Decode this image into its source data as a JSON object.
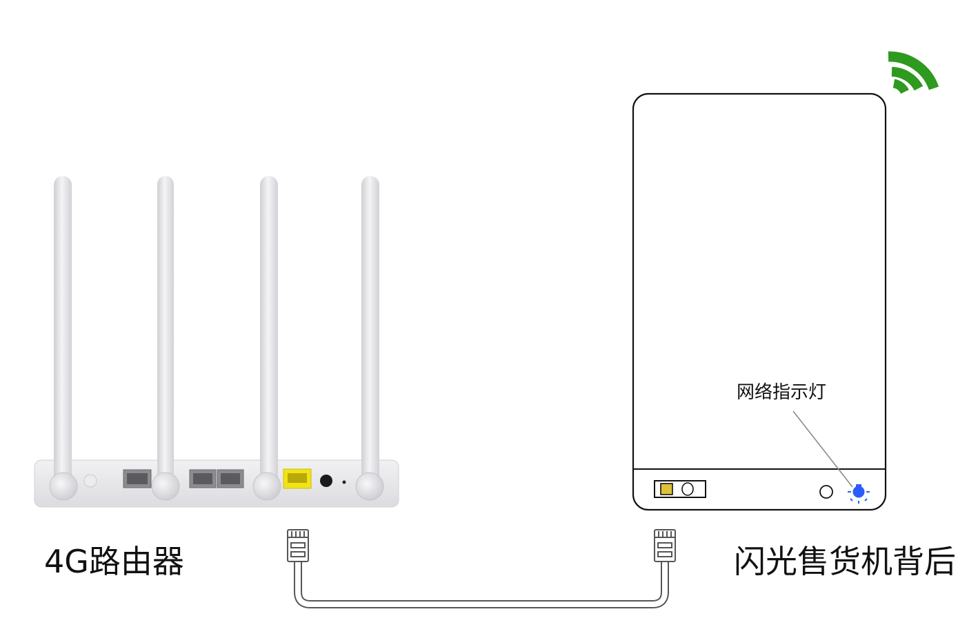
{
  "router": {
    "label": "4G路由器"
  },
  "vending_machine": {
    "label": "闪光售货机背后",
    "indicator_label": "网络指示灯"
  },
  "colors": {
    "wifi_signal": "#2e9a1f",
    "indicator_light": "#2b5cff",
    "wan_port": "#f2e317",
    "machine_port": "#e0c13a",
    "router_body": "#e6e6ea",
    "outline": "#111111"
  },
  "icons": {
    "wifi": "wifi-signal-icon",
    "network_light": "network-indicator-light",
    "connector_left": "rj45-connector-icon",
    "connector_right": "rj45-connector-icon"
  }
}
